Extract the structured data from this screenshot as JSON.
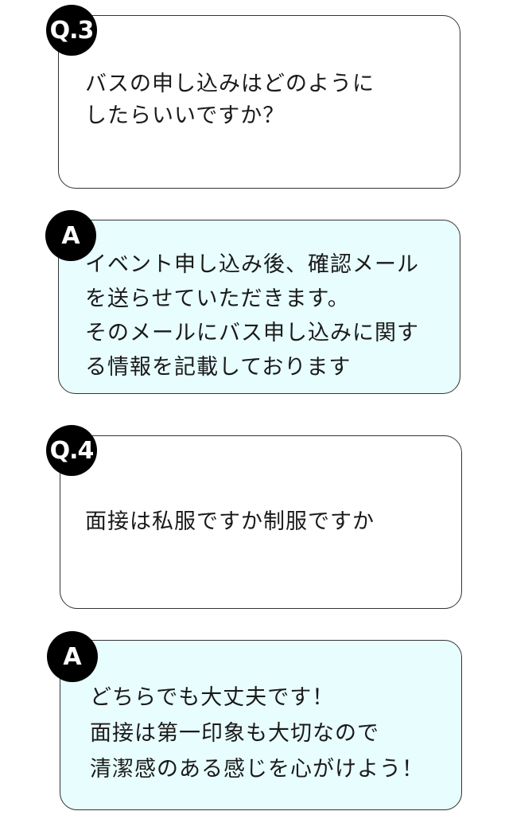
{
  "faq": [
    {
      "badge": "Q.3",
      "text": "バスの申し込みはどのように\nしたらいいですか？"
    },
    {
      "badge": "A",
      "text": "イベント申し込み後、確認メール\nを送らせていただきます。\nそのメールにバス申し込みに関す\nる情報を記載しております"
    },
    {
      "badge": "Q.4",
      "text": "面接は私服ですか制服ですか"
    },
    {
      "badge": "A",
      "text": "どちらでも大丈夫です！\n面接は第一印象も大切なので\n清潔感のある感じを心がけよう！"
    }
  ],
  "colors": {
    "badge_bg": "#000000",
    "answer_card_bg": "#e8fdfe",
    "question_card_bg": "#ffffff",
    "border": "#333333"
  }
}
